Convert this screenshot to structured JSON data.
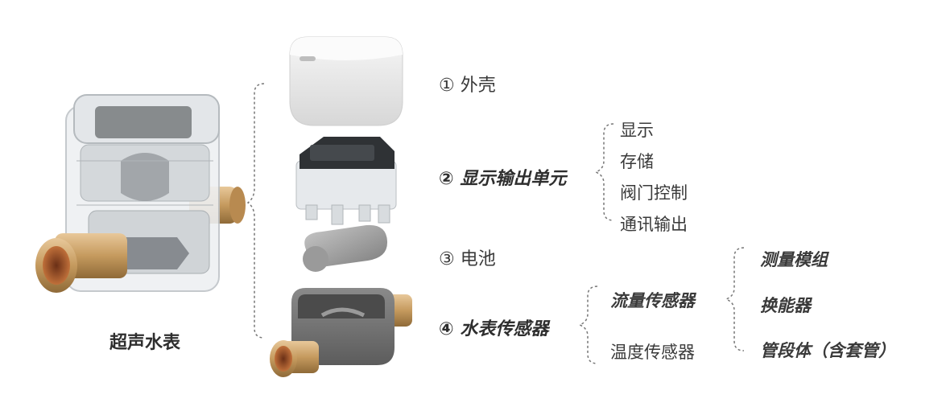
{
  "meter_label": "超声水表",
  "components": [
    {
      "marker": "①",
      "name": "外壳"
    },
    {
      "marker": "②",
      "name": "显示输出单元"
    },
    {
      "marker": "③",
      "name": "电池"
    },
    {
      "marker": "④",
      "name": "水表传感器"
    }
  ],
  "display_unit_functions": [
    "显示",
    "存储",
    "阀门控制",
    "通讯输出"
  ],
  "sensor_parts": [
    "流量传感器",
    "温度传感器"
  ],
  "flow_sensor_parts": [
    "测量模组",
    "换能器",
    "管段体（含套管）"
  ]
}
